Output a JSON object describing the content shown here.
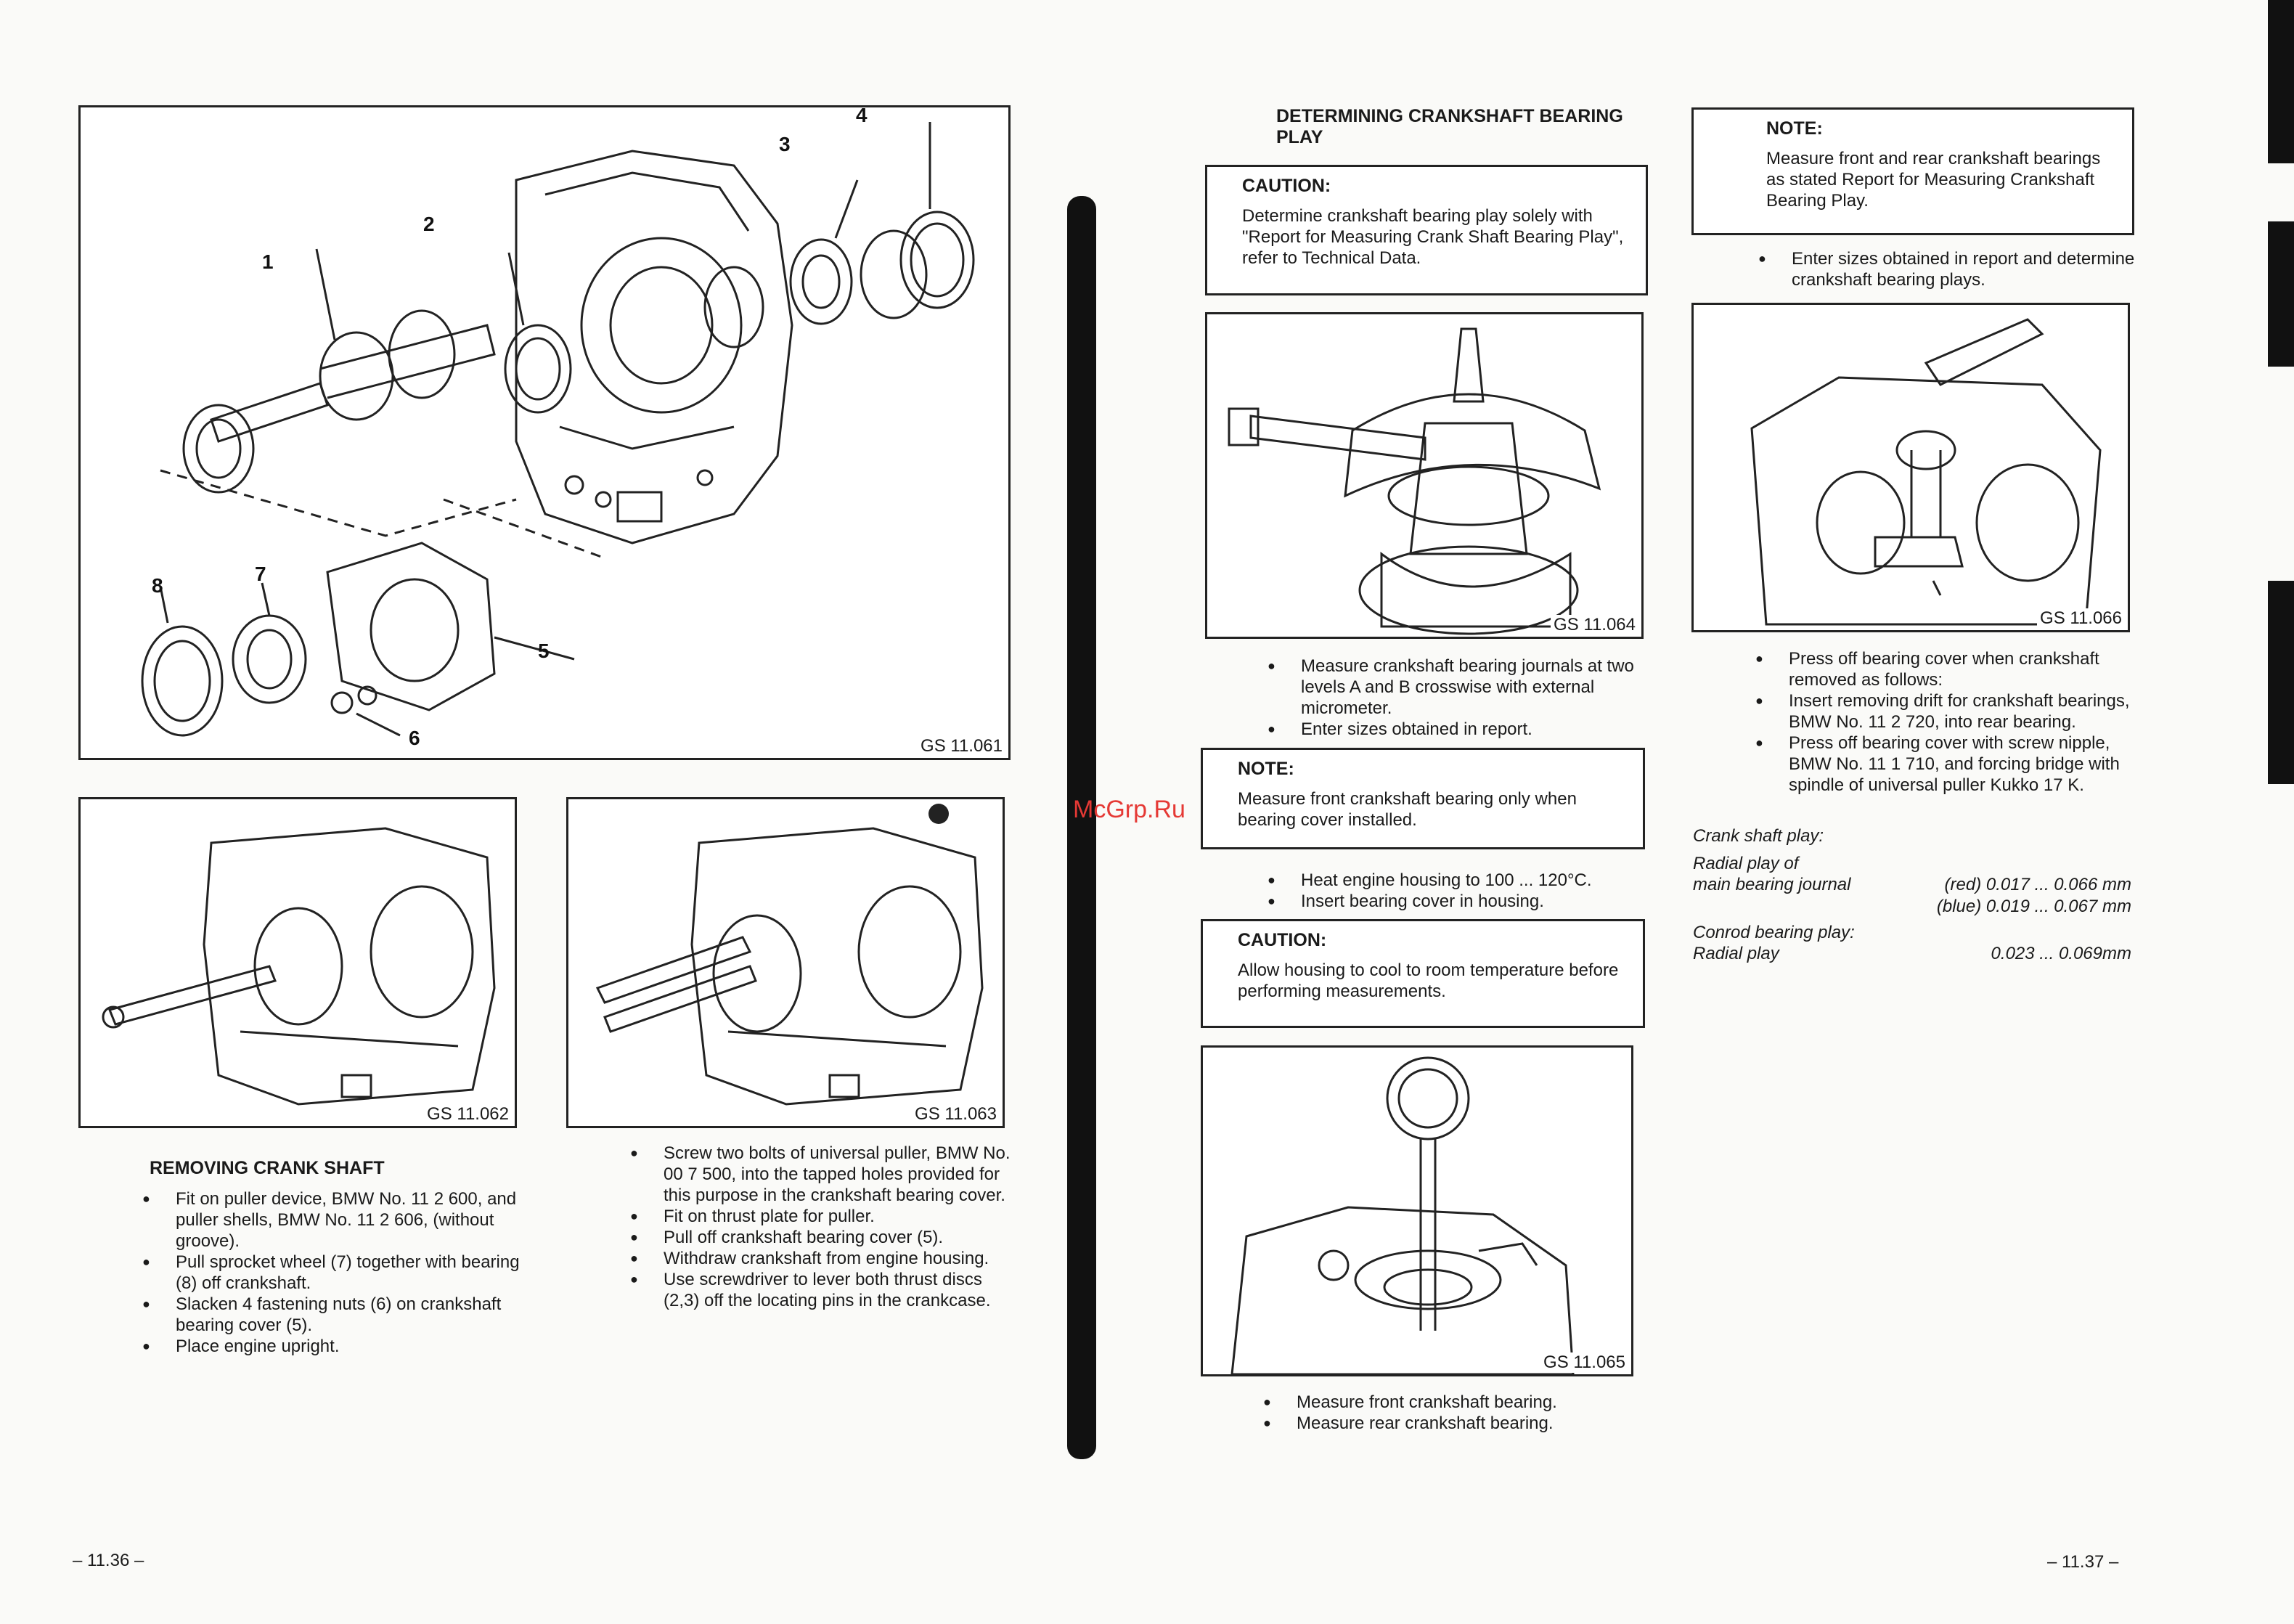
{
  "left": {
    "fig1": {
      "label": "GS 11.061",
      "callouts": [
        "1",
        "2",
        "3",
        "4",
        "5",
        "6",
        "7",
        "8"
      ]
    },
    "fig2": {
      "label": "GS 11.062"
    },
    "fig3": {
      "label": "GS 11.063"
    },
    "heading": "REMOVING CRANK SHAFT",
    "col1": [
      "Fit on puller device, BMW No. 11 2 600, and puller shells, BMW No. 11 2 606, (without groove).",
      "Pull sprocket wheel (7) together with bearing (8) off crankshaft.",
      "Slacken 4 fastening nuts (6) on crankshaft bearing cover (5).",
      "Place engine upright."
    ],
    "col2": [
      "Screw two bolts of universal puller, BMW No. 00 7 500, into the tapped holes provided for this purpose in the crankshaft bearing cover.",
      "Fit on thrust plate for puller.",
      "Pull off crankshaft bearing cover (5).",
      "Withdraw crankshaft from engine housing.",
      "Use screwdriver to lever both thrust discs (2,3) off the locating pins in the crankcase."
    ],
    "page": "– 11.36 –"
  },
  "right": {
    "heading": "DETERMINING CRANKSHAFT BEARING PLAY",
    "caution1": {
      "h": "CAUTION:",
      "b": "Determine crankshaft bearing play solely with \"Report for Measuring Crank Shaft Bearing Play\", refer to Technical Data."
    },
    "fig4": {
      "label": "GS 11.064"
    },
    "bullets1": [
      "Measure crankshaft bearing journals at two levels A and B crosswise with external micrometer.",
      "Enter sizes obtained in report."
    ],
    "note1": {
      "h": "NOTE:",
      "b": "Measure front crankshaft bearing only when bearing cover installed."
    },
    "bullets2": [
      "Heat engine housing to 100 ... 120°C.",
      "Insert bearing cover in housing."
    ],
    "caution2": {
      "h": "CAUTION:",
      "b": "Allow housing to cool to room temperature before performing measurements."
    },
    "fig5": {
      "label": "GS 11.065"
    },
    "bullets3": [
      "Measure front crankshaft bearing.",
      "Measure rear crankshaft bearing."
    ],
    "note2": {
      "h": "NOTE:",
      "b": "Measure front and rear crankshaft bearings as stated Report for Measuring Crankshaft Bearing Play."
    },
    "bullets4": [
      "Enter sizes obtained in report and determine crankshaft bearing plays."
    ],
    "fig6": {
      "label": "GS 11.066"
    },
    "bullets5": [
      "Press off bearing cover when crankshaft removed as follows:",
      "Insert removing drift for crankshaft bearings, BMW No. 11 2 720, into rear bearing.",
      "Press off bearing cover with screw nipple, BMW No. 11 1 710, and forcing bridge with spindle of universal puller Kukko 17 K."
    ],
    "specs": {
      "title": "Crank shaft play:",
      "radial_main_1": "Radial play of",
      "radial_main_2": "main bearing journal",
      "red": "(red) 0.017 ... 0.066 mm",
      "blue": "(blue) 0.019 ... 0.067 mm",
      "conrod_1": "Conrod bearing play:",
      "conrod_2": "Radial play",
      "conrod_val": "0.023 ... 0.069mm"
    },
    "page": "– 11.37 –"
  },
  "watermark": "McGrp.Ru"
}
